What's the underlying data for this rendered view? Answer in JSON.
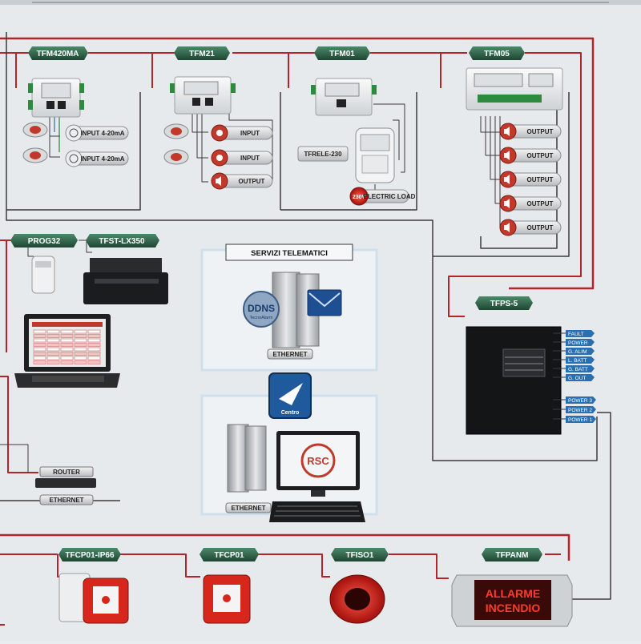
{
  "modules": {
    "tfm420ma": {
      "tag": "TFM420MA",
      "inputs": [
        "INPUT 4-20mA",
        "INPUT 4-20mA"
      ]
    },
    "tfm21": {
      "tag": "TFM21",
      "inputs": [
        "INPUT",
        "INPUT"
      ],
      "output": "OUTPUT"
    },
    "tfm01": {
      "tag": "TFM01",
      "relay_tag": "TFRELE-230",
      "load_badge": "230V",
      "load_label": "ELECTRIC LOAD"
    },
    "tfm05": {
      "tag": "TFM05",
      "outputs": [
        "OUTPUT",
        "OUTPUT",
        "OUTPUT",
        "OUTPUT",
        "OUTPUT"
      ]
    }
  },
  "peripherals": {
    "prog32": "PROG32",
    "printer": "TFST-LX350",
    "router": "ROUTER",
    "router_ethernet": "ETHERNET"
  },
  "telematic": {
    "title": "SERVIZI TELEMATICI",
    "ddns": "DDNS",
    "ddns_sub": "TecnoAlarm",
    "ethernet": "ETHERNET"
  },
  "centre": {
    "label": "Centro",
    "logo": "RSC",
    "ethernet": "ETHERNET"
  },
  "power": {
    "tag": "TFPS-5",
    "signals": [
      "FAULT",
      "POWER",
      "G. ALIM",
      "L. BATT",
      "G. BATT",
      "G. OUT"
    ],
    "power_outs": [
      "POWER 3",
      "POWER 2",
      "POWER 1"
    ]
  },
  "loop": {
    "devices": [
      "TFCP01-IP66",
      "TFCP01",
      "TFISO1",
      "TFPANM"
    ],
    "panel_text": [
      "ALLARME",
      "INCENDIO"
    ]
  },
  "colors": {
    "wire_red": "#b4242a",
    "wire_dark": "#3a3a3a",
    "tag_green": "#2f5d46",
    "accent_blue": "#2a6fb0"
  }
}
